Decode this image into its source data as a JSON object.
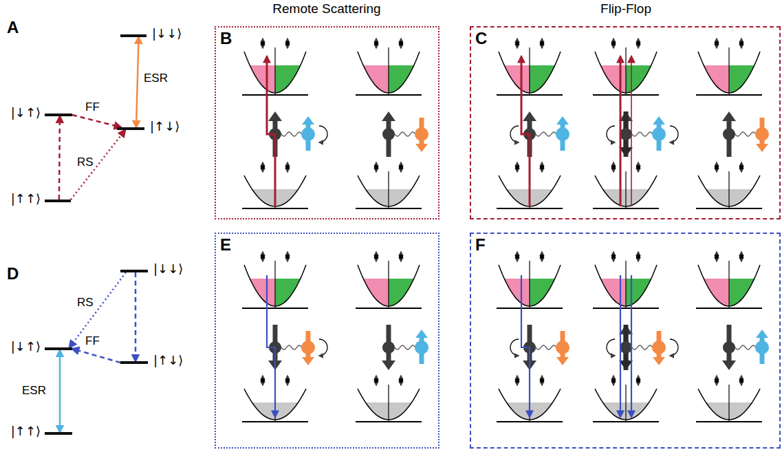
{
  "diagram": {
    "nodes": [
      {
        "text": [
          "|↓↓⟩"
        ]
      },
      {
        "text": [
          "|↓↑⟩"
        ]
      },
      {
        "text": [
          "|↑↓⟩"
        ]
      },
      {
        "text": [
          "|↑↑⟩"
        ]
      },
      {
        "text": [
          "B"
        ]
      },
      {
        "text": [
          "C"
        ]
      },
      {
        "text": [
          "|↓↓⟩"
        ]
      },
      {
        "text": [
          "|↓↑⟩"
        ]
      },
      {
        "text": [
          "|↑↓⟩"
        ]
      },
      {
        "text": [
          "|↑↑⟩"
        ]
      },
      {
        "text": [
          "E"
        ]
      },
      {
        "text": [
          "F"
        ]
      }
    ],
    "edges": [
      {
        "from": 3,
        "to": 1,
        "arrow": "to"
      },
      {
        "from": 1,
        "to": 2,
        "label": "FF",
        "arrow": "to"
      },
      {
        "from": 3,
        "to": 2,
        "label": "RS",
        "arrow": "to"
      },
      {
        "from": 2,
        "to": 0,
        "label": "ESR",
        "arrow": "both"
      },
      {
        "from": 6,
        "to": 8,
        "arrow": "to"
      },
      {
        "from": 8,
        "to": 7,
        "label": "FF",
        "arrow": "to"
      },
      {
        "from": 6,
        "to": 7,
        "label": "RS",
        "arrow": "to"
      },
      {
        "from": 9,
        "to": 7,
        "label": "ESR",
        "arrow": "both"
      }
    ],
    "labels": [
      "Remote Scattering",
      "Flip-Flop",
      "A",
      "D"
    ]
  }
}
